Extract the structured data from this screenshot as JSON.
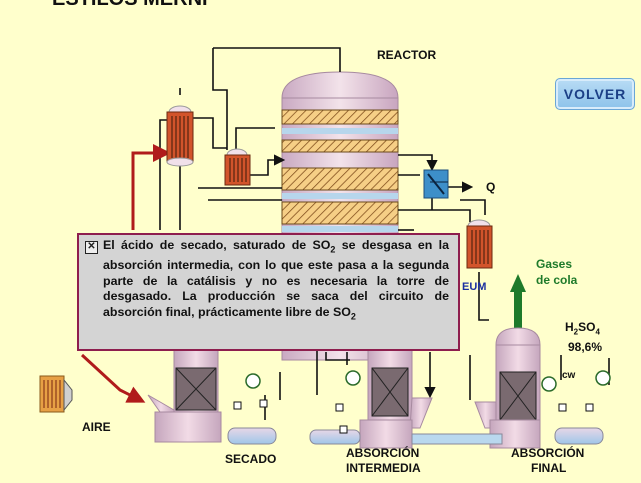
{
  "header": {
    "title_fragment": "ESTILOS MERNI"
  },
  "nav": {
    "volver_label": "VOLVER"
  },
  "labels": {
    "reactor": "REACTOR",
    "q": "Q",
    "gases_line1": "Gases",
    "gases_line2": "de cola",
    "product_formula": "H2SO4",
    "product_conc": "98,6%",
    "cw": "cw",
    "aire": "AIRE",
    "secado": "SECADO",
    "absorcion_intermedia_1": "ABSORCIÓN",
    "absorcion_intermedia_2": "INTERMEDIA",
    "absorcion_final_1": "ABSORCIÓN",
    "absorcion_final_2": "FINAL",
    "oleum_partial": "EUM"
  },
  "popup": {
    "text_part1": "El ácido de secado, saturado de SO",
    "text_part2": " se desgasa en la absorción intermedia, con lo que este pasa a la segunda parte de la catálisis y no es necesaria la torre de desgasado. La producción se saca del circuito de absorción final, prácticamente libre de SO",
    "sub": "2",
    "close_symbol": "✕"
  },
  "colors": {
    "background": "#ffffcc",
    "flow_red": "#b01b1b",
    "gas_green": "#1e7a2a",
    "popup_border": "#8e1e4e",
    "oleum_blue": "#1b2fa0"
  },
  "icons": {
    "heat_exchanger": "shell-and-tube-exchanger-icon",
    "thermometer": "temperature-indicator-icon",
    "air_filter": "air-filter-icon"
  }
}
